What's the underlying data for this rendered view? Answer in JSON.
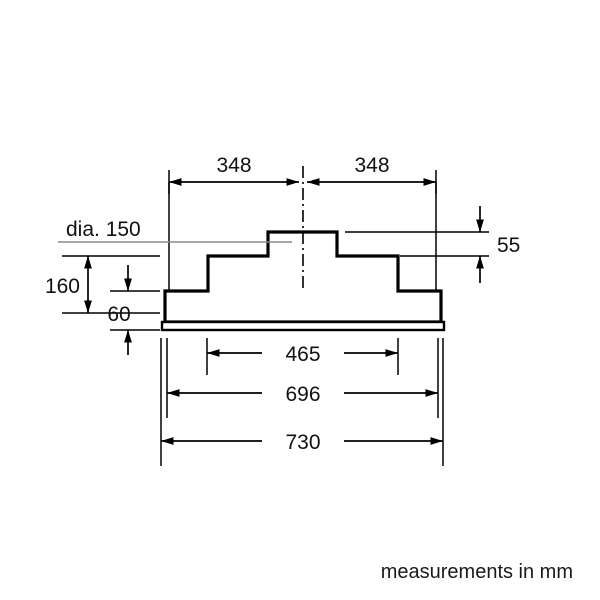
{
  "drawing": {
    "title": "Cooker hood cross-section dimension drawing",
    "caption": "measurements in mm",
    "units": "mm",
    "colors": {
      "outline": "#000000",
      "dimension": "#000000",
      "leader": "#8a8a8a",
      "background": "#ffffff"
    },
    "dimensions": {
      "top_left_width": "348",
      "top_right_width": "348",
      "duct_diameter": "dia. 150",
      "total_height": "160",
      "base_height": "60",
      "upper_box_height": "55",
      "inner_width": "465",
      "cutout_width": "696",
      "overall_width": "730"
    }
  },
  "chart_data": {
    "type": "table",
    "title": "Cooker hood cross-section dimension drawing",
    "units": "mm",
    "labels": [
      {
        "name": "top_left_width",
        "value": "348",
        "orientation": "horizontal",
        "position": "top-left"
      },
      {
        "name": "top_right_width",
        "value": "348",
        "orientation": "horizontal",
        "position": "top-right"
      },
      {
        "name": "duct_diameter",
        "value": "dia. 150",
        "orientation": "leader",
        "position": "left"
      },
      {
        "name": "total_height",
        "value": "160",
        "orientation": "vertical",
        "position": "left-outer"
      },
      {
        "name": "base_height",
        "value": "60",
        "orientation": "vertical",
        "position": "left-inner"
      },
      {
        "name": "upper_box_height",
        "value": "55",
        "orientation": "vertical",
        "position": "right"
      },
      {
        "name": "inner_width",
        "value": "465",
        "orientation": "horizontal",
        "position": "bottom-1"
      },
      {
        "name": "cutout_width",
        "value": "696",
        "orientation": "horizontal",
        "position": "bottom-2"
      },
      {
        "name": "overall_width",
        "value": "730",
        "orientation": "horizontal",
        "position": "bottom-3"
      }
    ],
    "annotations": [
      "measurements in mm"
    ]
  }
}
